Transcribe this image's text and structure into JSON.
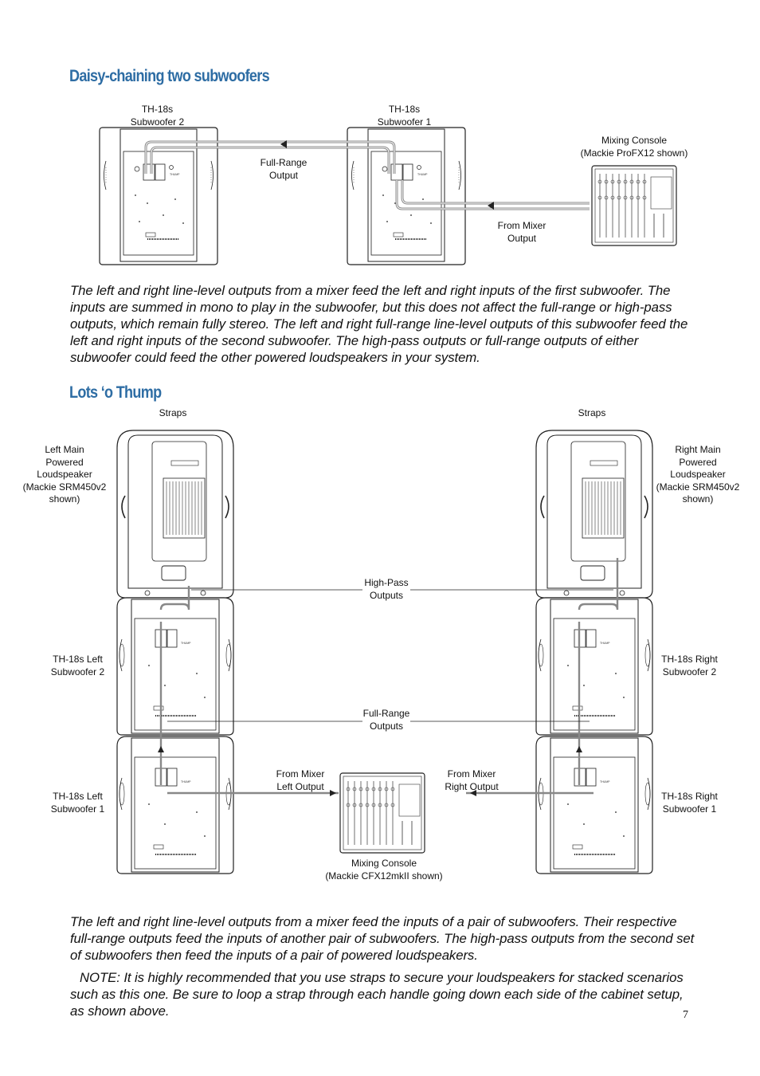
{
  "section1": {
    "heading": "Daisy-chaining two subwoofers",
    "labels": {
      "sub2": "TH-18s\nSubwoofer 2",
      "sub1": "TH-18s\nSubwoofer 1",
      "console": "Mixing Console\n(Mackie ProFX12 shown)",
      "full_range": "Full-Range\nOutput",
      "from_mixer": "From Mixer\nOutput"
    },
    "paragraph": "The left and right line-level outputs from a mixer feed the left and right inputs of the first subwoofer. The inputs are summed in mono to play in the subwoofer, but this does not affect the full-range or high-pass outputs, which remain fully stereo. The left and right full-range line-level outputs of this subwoofer feed the left and right inputs of the second subwoofer. The high-pass outputs or full-range outputs of either subwoofer could feed the other powered loudspeakers in your system."
  },
  "section2": {
    "heading": "Lots ‘o Thump",
    "labels": {
      "straps_left": "Straps",
      "straps_right": "Straps",
      "left_main": "Left Main\nPowered\nLoudspeaker\n(Mackie SRM450v2\nshown)",
      "right_main": "Right Main\nPowered\nLoudspeaker\n(Mackie SRM450v2\nshown)",
      "high_pass": "High-Pass\nOutputs",
      "left_sub2": "TH-18s Left\nSubwoofer 2",
      "right_sub2": "TH-18s Right\nSubwoofer 2",
      "full_range": "Full-Range\nOutputs",
      "from_mixer_left": "From Mixer\nLeft Output",
      "from_mixer_right": "From Mixer\nRight Output",
      "left_sub1": "TH-18s Left\nSubwoofer 1",
      "right_sub1": "TH-18s Right\nSubwoofer 1",
      "console": "Mixing Console\n(Mackie CFX12mkII shown)"
    },
    "paragraph1": "The left and right line-level outputs from a mixer feed the inputs of a pair of subwoofers. Their respective full-range outputs feed the inputs of another pair of subwoofers. The high-pass outputs from the second set of subwoofers then feed the inputs of a pair of powered loudspeakers.",
    "paragraph2": "NOTE: It is highly recommended that you use straps to secure your loudspeakers for stacked scenarios such as this one. Be sure to loop a strap through each handle going down each side of the cabinet setup, as shown above."
  },
  "page_number": "7"
}
